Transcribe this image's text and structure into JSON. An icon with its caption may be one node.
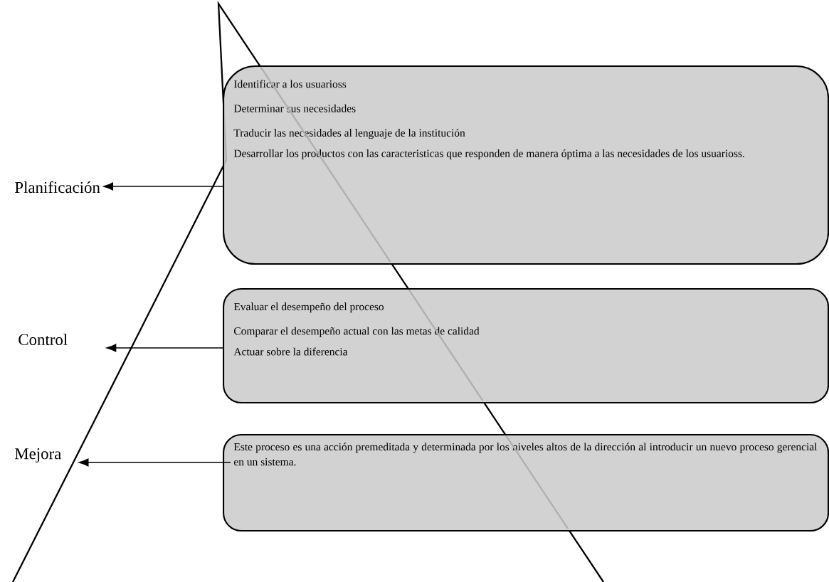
{
  "diagram": {
    "nodes": [
      {
        "text": [
          "Planificación"
        ]
      },
      {
        "text": [
          "Identificar a los usuarioss",
          "Determinar sus necesidades",
          "Traducir las necesidades al lenguaje de la institución",
          "Desarrollar los productos con las caracteristicas que responden de manera óptima a las necesidades de los usuarioss."
        ]
      },
      {
        "text": [
          "Control"
        ]
      },
      {
        "text": [
          "Evaluar el desempeño del proceso",
          "Comparar el desempeño actual con las metas de calidad",
          "Actuar sobre la diferencia"
        ]
      },
      {
        "text": [
          "Mejora"
        ]
      },
      {
        "text": [
          "Este proceso es una acción premeditada y determinada por los niveles altos de la dirección al introducir un nuevo proceso gerencial en un sistema."
        ]
      }
    ],
    "edges": [
      {
        "from": 1,
        "to": 0,
        "arrow": "to"
      },
      {
        "from": 3,
        "to": 2,
        "arrow": "to"
      },
      {
        "from": 5,
        "to": 4,
        "arrow": "to"
      }
    ]
  }
}
